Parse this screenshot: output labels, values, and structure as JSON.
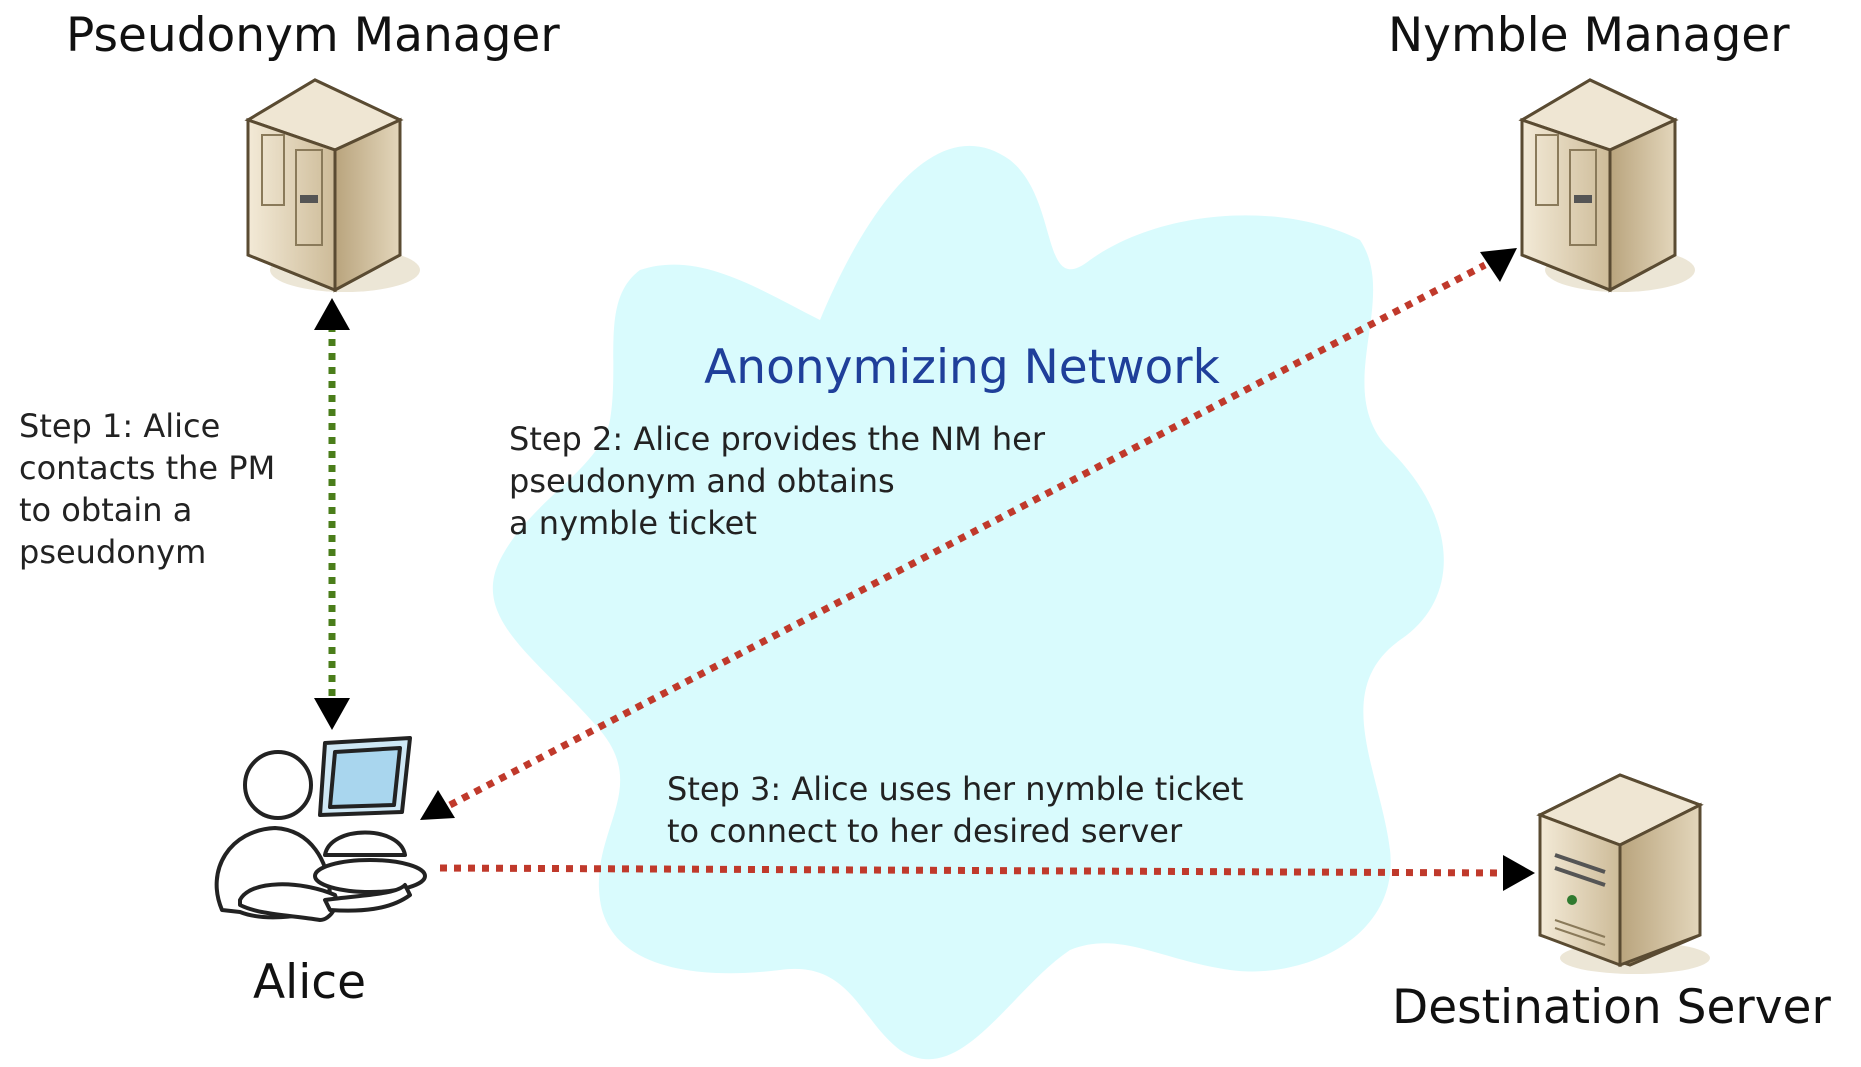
{
  "nodes": {
    "pseudonym_manager": "Pseudonym Manager",
    "nymble_manager": "Nymble Manager",
    "alice": "Alice",
    "destination_server": "Destination Server"
  },
  "network_label": "Anonymizing Network",
  "steps": {
    "step1": "Step 1: Alice\ncontacts the PM\nto obtain a\npseudonym",
    "step2": "Step 2: Alice provides the NM her\npseudonym and obtains\na nymble ticket",
    "step3": "Step 3: Alice uses her nymble ticket\nto connect to her desired server"
  },
  "colors": {
    "cloud": "#d9fbfd",
    "step1_arrow": "#4a7d1a",
    "step2_arrow": "#c0392b",
    "step3_arrow": "#c0392b",
    "network_text": "#1f3f9a",
    "server_body": "#e8dcc4"
  },
  "icons": {
    "pseudonym_manager": "tower-server-icon",
    "nymble_manager": "tower-server-icon",
    "destination_server": "desktop-server-icon",
    "alice": "person-at-computer-icon"
  }
}
